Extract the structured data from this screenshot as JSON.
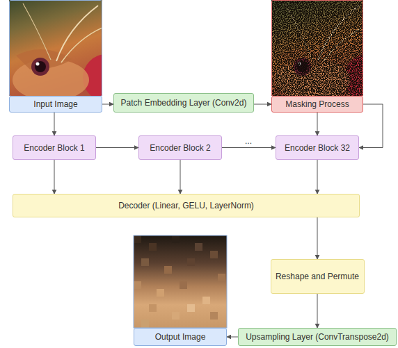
{
  "diagram": {
    "nodes": [
      {
        "text": [
          "Input Image"
        ]
      },
      {
        "text": [
          "Patch Embedding Layer (Conv2d)"
        ]
      },
      {
        "text": [
          "Masking Process"
        ]
      },
      {
        "text": [
          "Encoder Block 1"
        ]
      },
      {
        "text": [
          "Encoder Block 2"
        ]
      },
      {
        "text": [
          "Encoder Block 32"
        ]
      },
      {
        "text": [
          "Decoder (Linear, GELU, LayerNorm)"
        ]
      },
      {
        "text": [
          "Reshape and Permute"
        ]
      },
      {
        "text": [
          "Upsampling Layer (ConvTranspose2d)"
        ]
      },
      {
        "text": [
          "Output Image"
        ]
      }
    ],
    "edges": [
      {
        "from": 0,
        "to": 1,
        "arrow": "to"
      },
      {
        "from": 1,
        "to": 2,
        "arrow": "to"
      },
      {
        "from": 0,
        "to": 3,
        "arrow": "to"
      },
      {
        "from": 3,
        "to": 4,
        "arrow": "to"
      },
      {
        "from": 4,
        "to": 5,
        "arrow": "to"
      },
      {
        "from": 2,
        "to": 5,
        "arrow": "to"
      },
      {
        "from": 2,
        "to": 5,
        "arrow": "to"
      },
      {
        "from": 3,
        "to": 6,
        "arrow": "to"
      },
      {
        "from": 4,
        "to": 6,
        "arrow": "to"
      },
      {
        "from": 5,
        "to": 6,
        "arrow": "to"
      },
      {
        "from": 6,
        "to": 7,
        "arrow": "to"
      },
      {
        "from": 7,
        "to": 8,
        "arrow": "to"
      },
      {
        "from": 8,
        "to": 9,
        "arrow": "to"
      }
    ],
    "labels": [
      "..."
    ]
  }
}
